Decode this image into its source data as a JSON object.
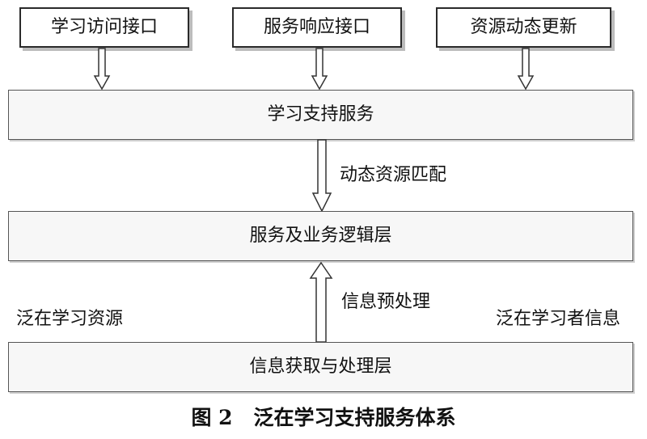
{
  "top_boxes": [
    "学习访问接口",
    "服务响应接口",
    "资源动态更新"
  ],
  "layers": {
    "learning_support": "学习支持服务",
    "service_logic": "服务及业务逻辑层",
    "info_acquisition": "信息获取与处理层"
  },
  "arrow_labels": {
    "dynamic_matching": "动态资源匹配",
    "info_preprocessing": "信息预处理"
  },
  "side_labels": {
    "left": "泛在学习资源",
    "right": "泛在学习者信息"
  },
  "caption": {
    "number": "图 2",
    "title": "泛在学习支持服务体系"
  }
}
